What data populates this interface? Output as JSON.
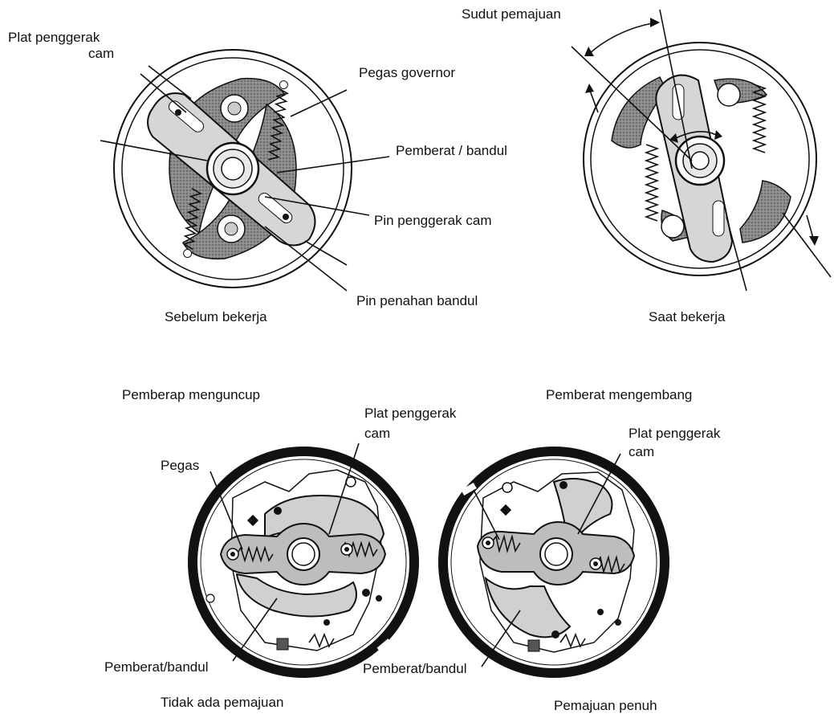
{
  "top_left": {
    "plate_label_1": "Plat penggerak",
    "plate_label_2": "cam",
    "spring_label": "Pegas governor",
    "weight_label": "Pemberat / bandul",
    "cam_pin_label": "Pin penggerak cam",
    "weight_pin_label": "Pin penahan  bandul",
    "caption": "Sebelum bekerja"
  },
  "top_right": {
    "angle_label": "Sudut pemajuan",
    "caption": "Saat bekerja"
  },
  "bottom_left": {
    "state_title": "Pemberap menguncup",
    "plate_label_1": "Plat penggerak",
    "plate_label_2": "cam",
    "spring_label": "Pegas",
    "weight_label": "Pemberat/bandul",
    "caption": "Tidak ada pemajuan"
  },
  "bottom_right": {
    "state_title": "Pemberat mengembang",
    "plate_label_1": "Plat penggerak",
    "plate_label_2": "cam",
    "weight_label": "Pemberat/bandul",
    "caption": "Pemajuan penuh"
  },
  "colors": {
    "part_fill": "#d9d9d9",
    "plate_fill": "#c4c4c4",
    "dark_fill": "#8a8a8a",
    "ink": "#111111"
  }
}
